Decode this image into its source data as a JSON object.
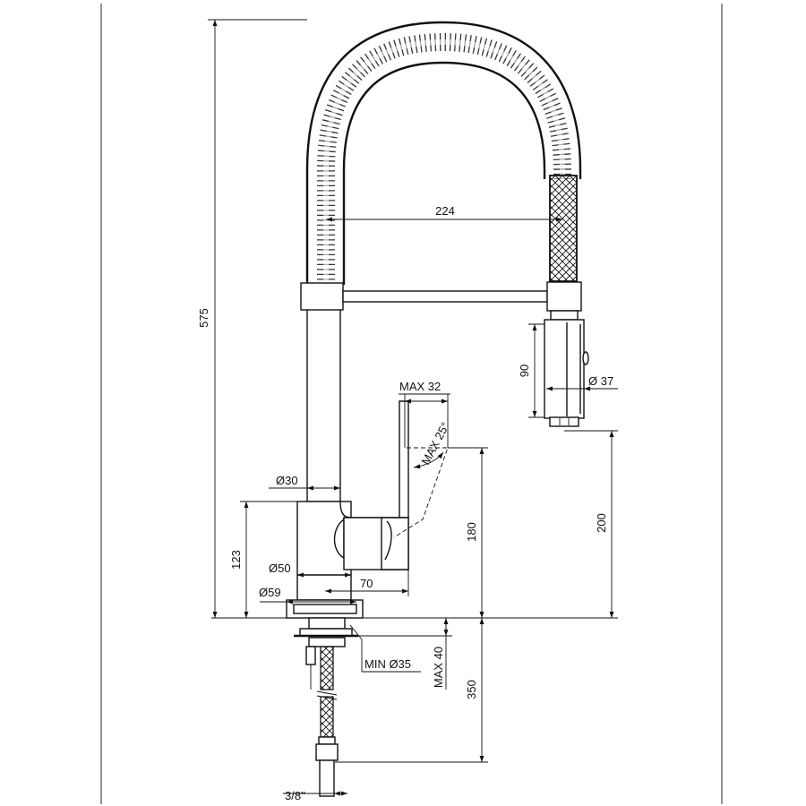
{
  "drawing": {
    "dimensions": {
      "overall_height": "575",
      "spout_reach": "224",
      "spray_head_length": "90",
      "spray_head_diameter": "Ø 37",
      "lever_travel": "MAX 32",
      "lever_angle": "MAX 25°",
      "body_tube_diameter": "Ø30",
      "base_height": "123",
      "lever_height": "180",
      "spray_clearance": "200",
      "body_diameter": "Ø50",
      "base_diameter": "Ø59",
      "lever_reach": "70",
      "hole_diameter": "MIN Ø35",
      "max_deck_thickness": "MAX 40",
      "hose_length": "350",
      "connection_size": "3/8\""
    }
  }
}
